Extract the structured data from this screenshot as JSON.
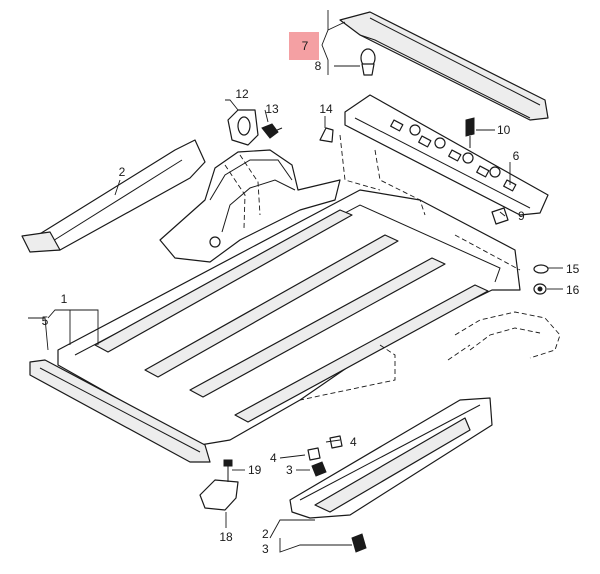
{
  "diagram": {
    "highlight_color": "#f4a0a3",
    "line_color": "#1a1a1a",
    "callouts": {
      "c1": "1",
      "c2_left": "2",
      "c2_bottom": "2",
      "c3_mid": "3",
      "c3_bottom": "3",
      "c4_left": "4",
      "c4_right": "4",
      "c5": "5",
      "c6": "6",
      "c7": "7",
      "c8": "8",
      "c9": "9",
      "c10": "10",
      "c12": "12",
      "c13": "13",
      "c14": "14",
      "c15": "15",
      "c16": "16",
      "c18": "18",
      "c19": "19"
    }
  }
}
